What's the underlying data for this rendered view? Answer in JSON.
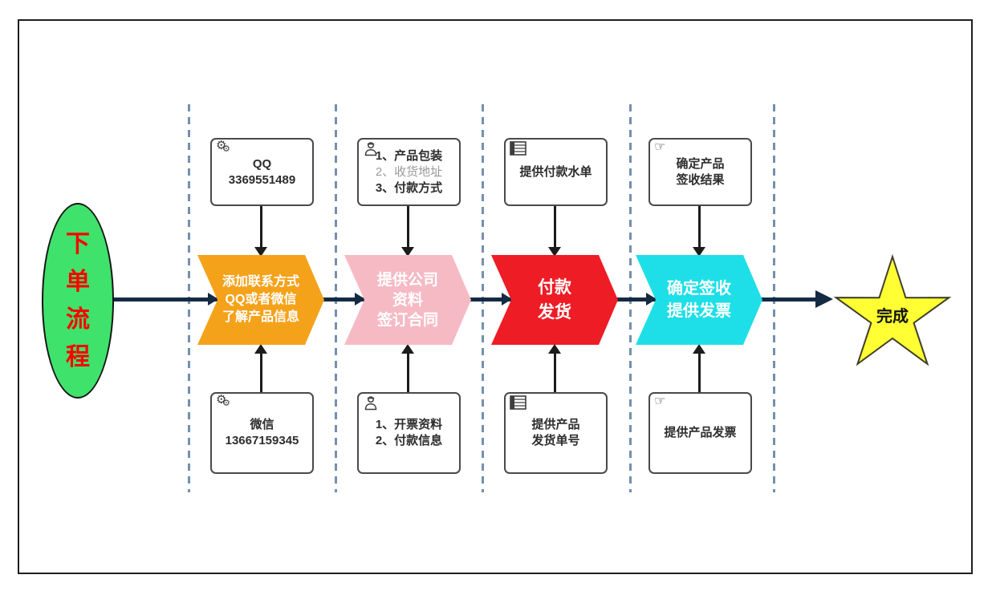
{
  "palette": {
    "ellipse_fill": "#3fe26b",
    "ellipse_text": "#ff0000",
    "star_fill": "#ffff33",
    "flow_line": "#152a43",
    "lane_dash": "#7490ae",
    "chevron_fills": [
      "#f5a21b",
      "#f6bac5",
      "#ee1c25",
      "#1edfe8"
    ]
  },
  "icons": {
    "gear": "⚙",
    "hand": "☞"
  },
  "start": {
    "label": "下单流程"
  },
  "finish": {
    "label": "完成"
  },
  "columns": [
    {
      "top": {
        "icon": "gears-icon",
        "line1": "QQ",
        "line2": "3369551489"
      },
      "chevron": {
        "fill": "#f5a21b",
        "line1": "添加联系方式",
        "line2": "QQ或者微信",
        "line3": "了解产品信息"
      },
      "bottom": {
        "icon": "gears-icon",
        "line1": "微信",
        "line2": "13667159345"
      }
    },
    {
      "top": {
        "icon": "person-icon",
        "line1": "1、产品包装",
        "line2": "2、收货地址",
        "line3": "3、付款方式"
      },
      "chevron": {
        "fill": "#f6bac5",
        "line1": "提供公司",
        "line2": "资料",
        "line3": "签订合同"
      },
      "bottom": {
        "icon": "person-icon",
        "line1": "1、开票资料",
        "line2": "2、付款信息"
      }
    },
    {
      "top": {
        "icon": "table-icon",
        "line1": "提供付款水单"
      },
      "chevron": {
        "fill": "#ee1c25",
        "line1": "付款",
        "line2": "发货"
      },
      "bottom": {
        "icon": "table-icon",
        "line1": "提供产品",
        "line2": "发货单号"
      }
    },
    {
      "top": {
        "icon": "hand-icon",
        "line1": "确定产品",
        "line2": "签收结果"
      },
      "chevron": {
        "fill": "#1edfe8",
        "line1": "确定签收",
        "line2": "提供发票"
      },
      "bottom": {
        "icon": "hand-icon",
        "line1": "提供产品发票"
      }
    }
  ]
}
